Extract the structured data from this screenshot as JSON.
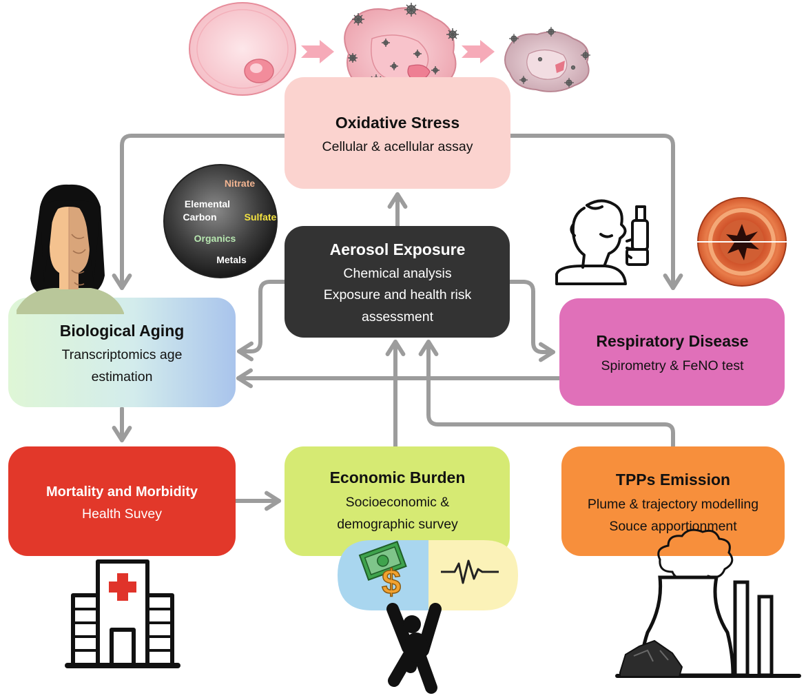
{
  "nodes": {
    "oxidative_stress": {
      "title": "Oxidative Stress",
      "lines": [
        "Cellular & acellular assay"
      ],
      "color": "#fbd3cf"
    },
    "aerosol_exposure": {
      "title": "Aerosol Exposure",
      "lines": [
        "Chemical analysis",
        "Exposure and health risk",
        "assessment"
      ],
      "color": "#333333"
    },
    "biological_aging": {
      "title": "Biological Aging",
      "lines": [
        "Transcriptomics age",
        "estimation"
      ],
      "gradient": [
        "#dff6d6",
        "#d3ecec",
        "#a9c4ec"
      ]
    },
    "respiratory_disease": {
      "title": "Respiratory Disease",
      "lines": [
        "Spirometry & FeNO test"
      ],
      "color": "#e070b9"
    },
    "mortality_morbidity": {
      "title": "Mortality and Morbidity",
      "lines": [
        "Health Suvey"
      ],
      "color": "#e2382a"
    },
    "economic_burden": {
      "title": "Economic Burden",
      "lines": [
        "Socioeconomic &",
        "demographic survey"
      ],
      "color": "#d6ea73"
    },
    "tpps_emission": {
      "title": "TPPs Emission",
      "lines": [
        "Plume & trajectory modelling",
        "Souce apportionment"
      ],
      "color": "#f78f3c"
    }
  },
  "particle": {
    "labels": {
      "nitrate": "Nitrate",
      "elemental": "Elemental",
      "carbon": "Carbon",
      "sulfate": "Sulfate",
      "organics": "Organics",
      "metals": "Metals"
    },
    "colors": {
      "nitrate": "#f2b491",
      "elemental": "#ffffff",
      "sulfate": "#f4e341",
      "organics": "#b7e6b0",
      "metals": "#ffffff"
    }
  },
  "colors": {
    "arrow": "#9c9c9c",
    "cell_pink": "#f7c6cc",
    "cell_dark": "#d8a4b2",
    "virus": "#7a7a7a",
    "cross": "#e0332a",
    "money": "#3fa34d",
    "dollar": "#f2a230",
    "pill_left": "#a9d6ef",
    "pill_right": "#fbf2b8",
    "figure": "#111111"
  },
  "icons": [
    "cell-healthy-icon",
    "cell-stressed-icon",
    "cell-damaged-icon",
    "aerosol-particle-icon",
    "aging-woman-icon",
    "inhaler-person-icon",
    "airway-cross-section-icon",
    "hospital-icon",
    "money-pill-icon",
    "burdened-person-icon",
    "power-plant-icon"
  ]
}
